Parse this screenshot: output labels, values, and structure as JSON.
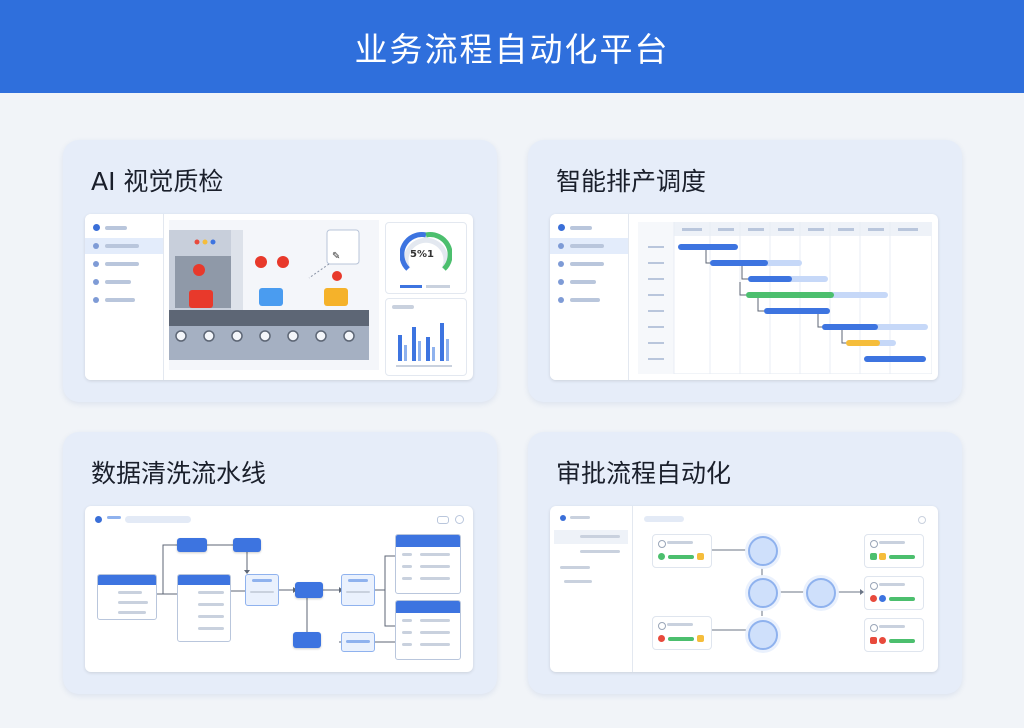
{
  "header": {
    "title": "业务流程自动化平台"
  },
  "cards": {
    "vision": {
      "title": "AI 视觉质检",
      "gauge_text": "5%1"
    },
    "scheduling": {
      "title": "智能排产调度"
    },
    "pipeline": {
      "title": "数据清洗流水线"
    },
    "approval": {
      "title": "审批流程自动化"
    }
  },
  "colors": {
    "header_bg": "#2f6fdc",
    "accent_blue": "#3d74e0",
    "success_green": "#4cbf6e",
    "warning_yellow": "#f5bd3b",
    "danger_red": "#e84a3c"
  },
  "icons": [
    "conveyor-belt-icon",
    "camera-icon",
    "gauge-icon",
    "bar-chart-icon",
    "gantt-chart-icon",
    "flow-diagram-icon",
    "approve-icon",
    "reject-icon"
  ]
}
